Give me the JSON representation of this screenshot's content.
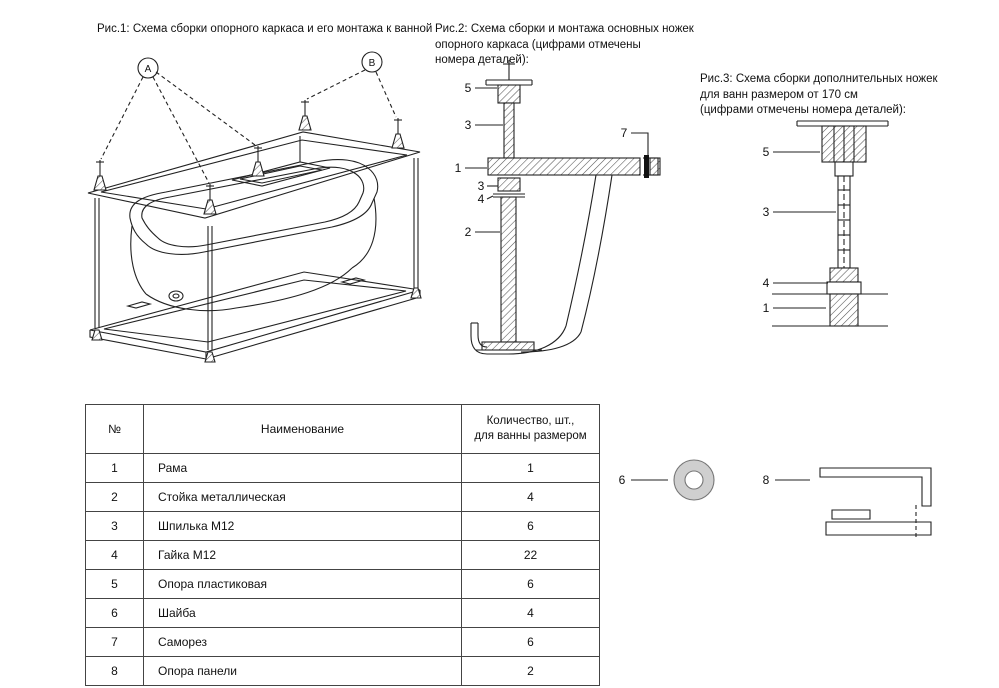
{
  "fig1": {
    "caption": "Рис.1: Схема сборки опорного каркаса и его монтажа к ванной",
    "callout_a": "А",
    "callout_b": "В"
  },
  "fig2": {
    "caption": "Рис.2: Схема сборки и монтажа основных ножек\nопорного каркаса (цифрами отмечены\nномера деталей):",
    "labels": [
      "5",
      "3",
      "1",
      "3",
      "4",
      "2",
      "7"
    ]
  },
  "fig3": {
    "caption": "Рис.3: Схема сборки дополнительных ножек\nдля ванн размером от 170 см\n(цифрами отмечены номера деталей):",
    "labels": [
      "5",
      "3",
      "4",
      "1"
    ]
  },
  "parts_callouts": {
    "washer": "6",
    "panel_support": "8"
  },
  "table": {
    "headers": {
      "num": "№",
      "name": "Наименование",
      "qty": "Количество, шт.,\nдля ванны размером"
    },
    "rows": [
      {
        "num": "1",
        "name": "Рама",
        "qty": "1"
      },
      {
        "num": "2",
        "name": "Стойка металлическая",
        "qty": "4"
      },
      {
        "num": "3",
        "name": "Шпилька М12",
        "qty": "6"
      },
      {
        "num": "4",
        "name": "Гайка М12",
        "qty": "22"
      },
      {
        "num": "5",
        "name": "Опора пластиковая",
        "qty": "6"
      },
      {
        "num": "6",
        "name": "Шайба",
        "qty": "4"
      },
      {
        "num": "7",
        "name": "Саморез",
        "qty": "6"
      },
      {
        "num": "8",
        "name": "Опора панели",
        "qty": "2"
      }
    ]
  }
}
